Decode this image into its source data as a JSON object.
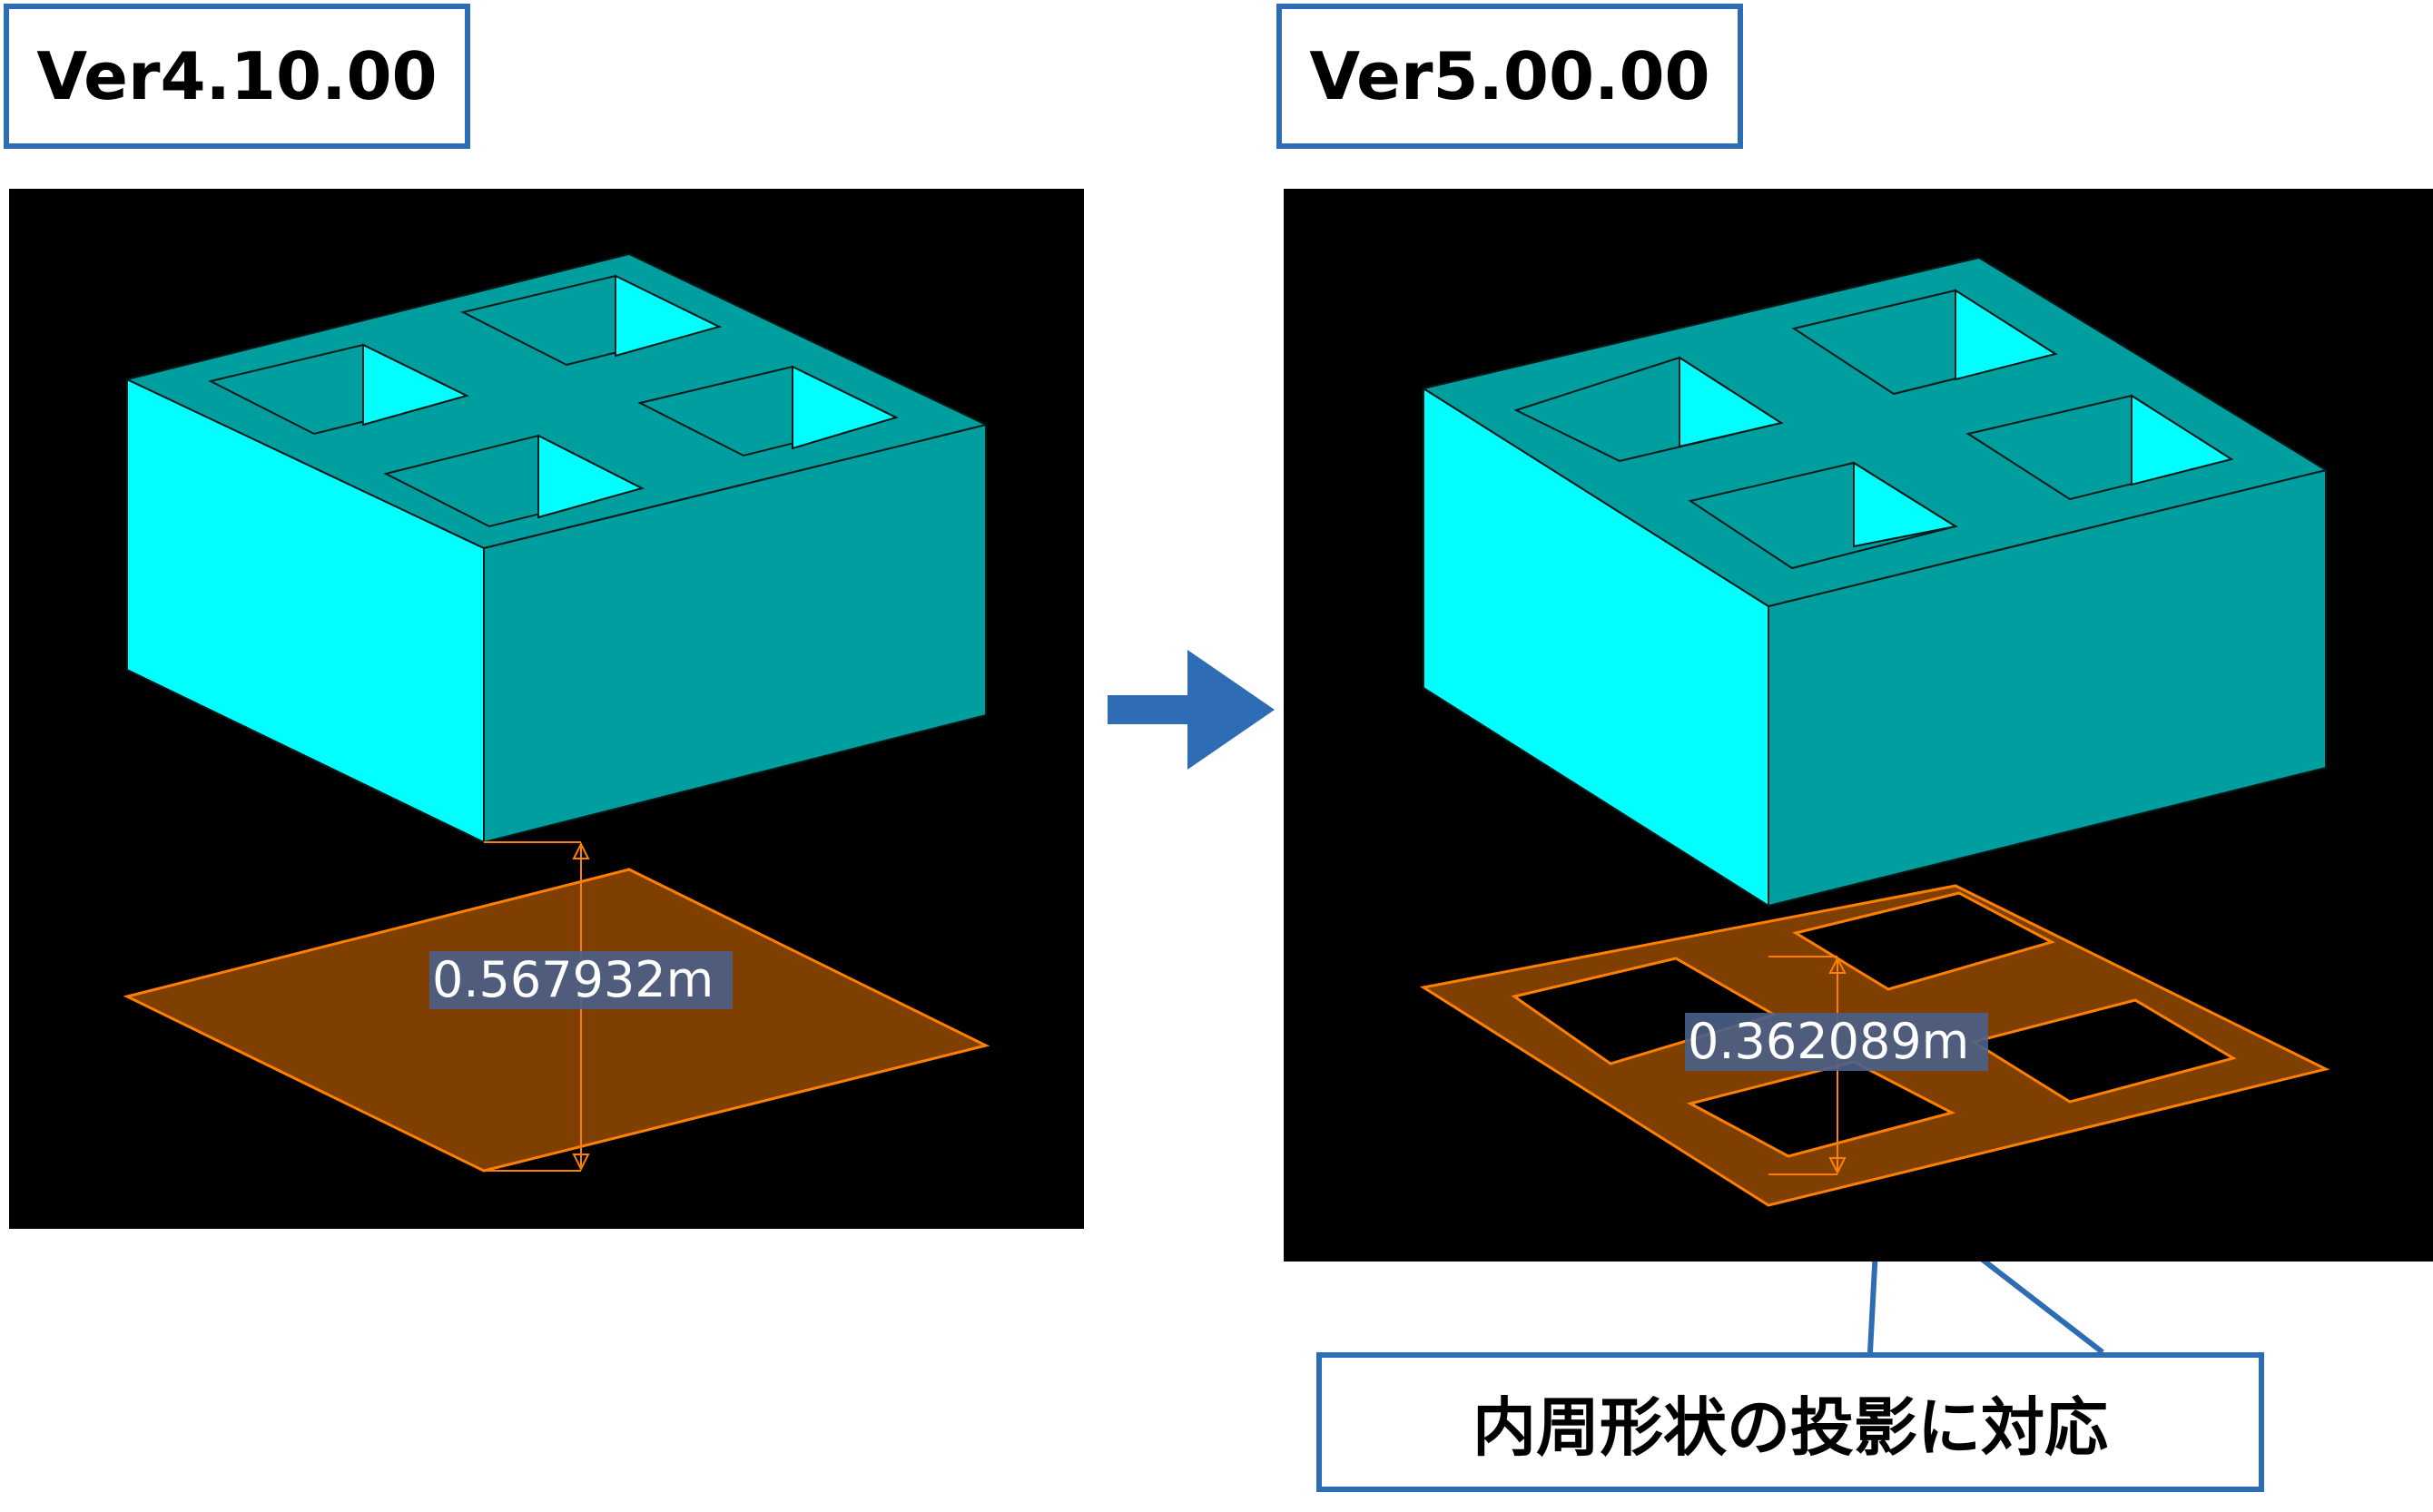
{
  "labels": {
    "old_version": "Ver4.10.00",
    "new_version": "Ver5.00.00",
    "callout": "内周形状の投影に対応"
  },
  "measurements": {
    "old_distance": "0.567932m",
    "new_distance": "0.362089m"
  },
  "colors": {
    "frame_border": "#2e6db3",
    "arrow": "#2e6db3",
    "block_light": "#00ffff",
    "block_dark": "#009e9e",
    "projection_fill": "#7f3f00",
    "projection_edge": "#ff8000",
    "viewport_bg": "#000000"
  }
}
